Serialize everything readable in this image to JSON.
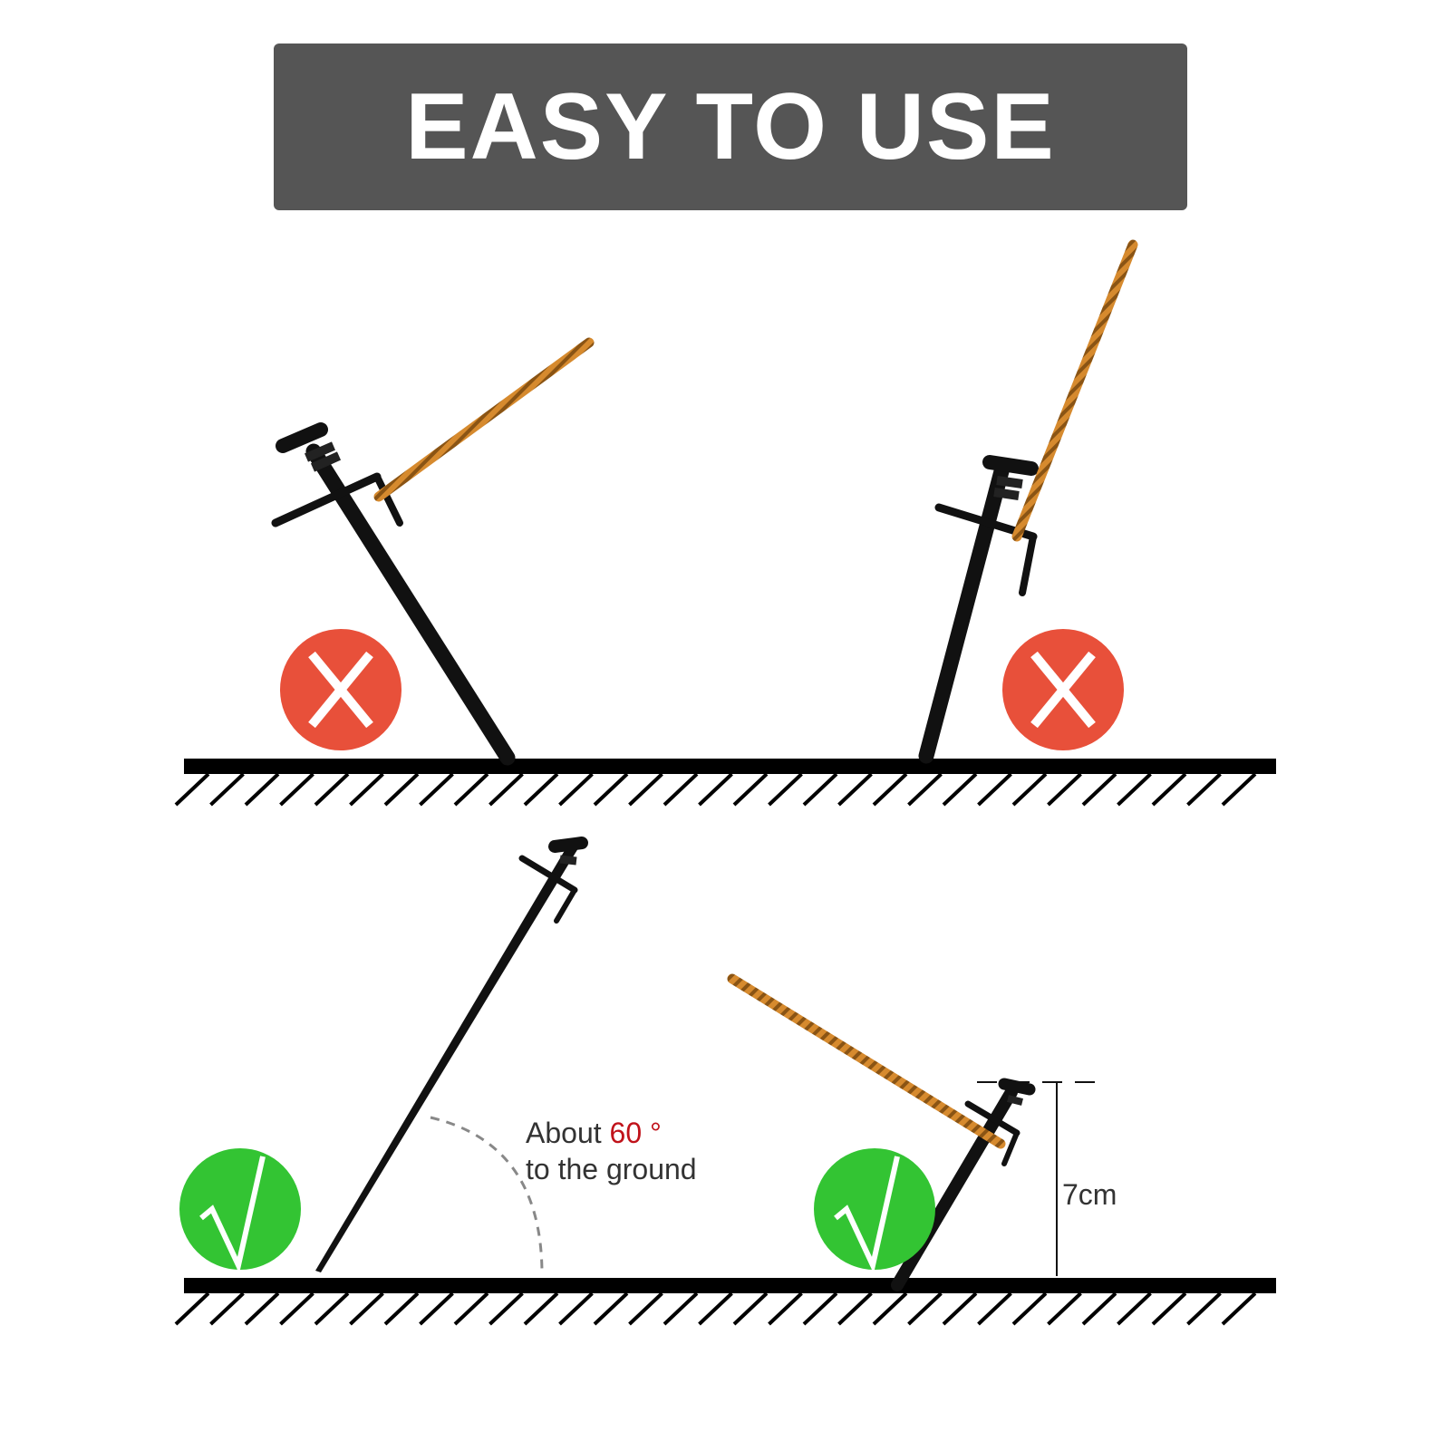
{
  "title": "EASY TO USE",
  "angle_label": {
    "prefix": "About",
    "value": "60 °",
    "line2": "to the ground"
  },
  "height_label": "7cm",
  "icons": {
    "wrong": "x-mark-icon",
    "right": "check-mark-icon"
  },
  "colors": {
    "title_bg": "#555555",
    "wrong": "#e8503a",
    "right": "#33c433",
    "rope": "#d68a2e",
    "stake": "#111111",
    "accent_text": "#c0121a"
  }
}
